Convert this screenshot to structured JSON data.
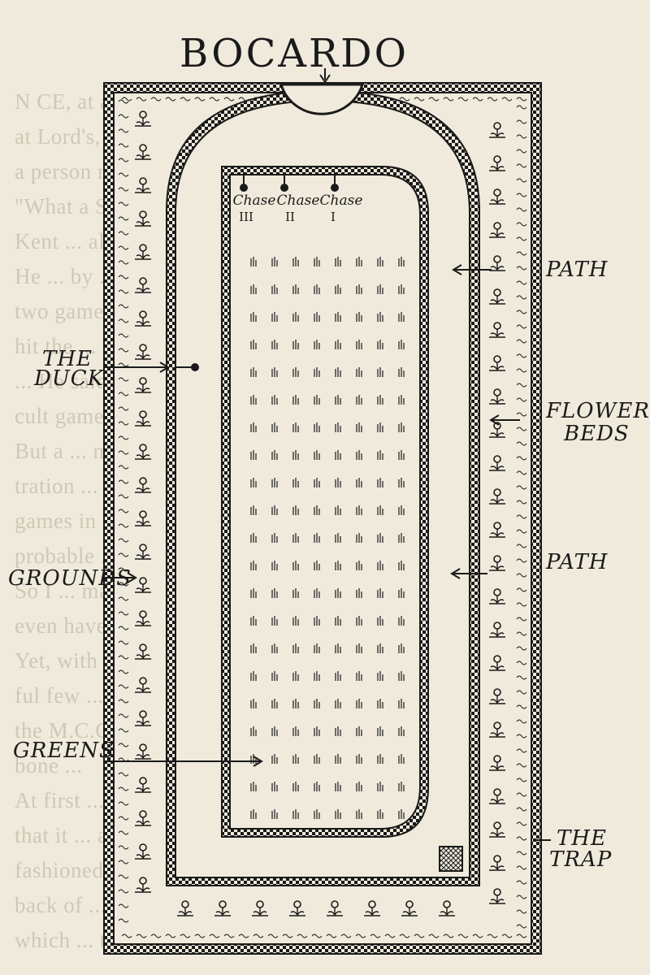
{
  "title": "BOCARDO",
  "chase_labels": [
    {
      "word": "Chase",
      "num": "III"
    },
    {
      "word": "Chase",
      "num": "II"
    },
    {
      "word": "Chase",
      "num": "I"
    }
  ],
  "labels": {
    "path_top": "PATH",
    "flower_beds_1": "FLOWER",
    "flower_beds_2": "BEDS",
    "path_bottom": "PATH",
    "the_duck_1": "THE",
    "the_duck_2": "DUCK",
    "grounds": "GROUNDS",
    "greens": "GREENS",
    "the_trap_1": "THE",
    "the_trap_2": "TRAP"
  },
  "colors": {
    "ink": "#1a1a1a",
    "paper": "#efeadb",
    "ghost_text": "#cfc8b6"
  },
  "ghost_text_lines": [
    "N  CE, at a School Ball match being played",
    "at Lord's, when Gordon Ross, who, as you know,",
    "a person named ...",
    "\"What a Stool Ball?\" ... the same thing as",
    "Kent ... all.",
    "He ... by ... said ... he explained the",
    "two games. The ground, further ... given to",
    "hit the ... King ... said ... ",
    "... He said it was one of the most diffi-",
    "cult games ... he had ever been given.",
    "But a ... may be given a ... illus-",
    "tration ... fact that many of the old English",
    "games in ... eventually ... eminently",
    "probable ... in a few minutes.",
    "So I ... many of my readers will not",
    "even have heard of the game of Dodging Duck.",
    "Yet, with ... a ... the ... faith-",
    "ful few ... to find ... ers of",
    "the M.C.C. ... old-",
    "bone ... ",
    "At first ... the ... one would say",
    "that it ... a garden, ... the old-",
    "fashioned ... old-fashioned ... at the",
    "back of ... alley—",
    "which ... the"
  ]
}
